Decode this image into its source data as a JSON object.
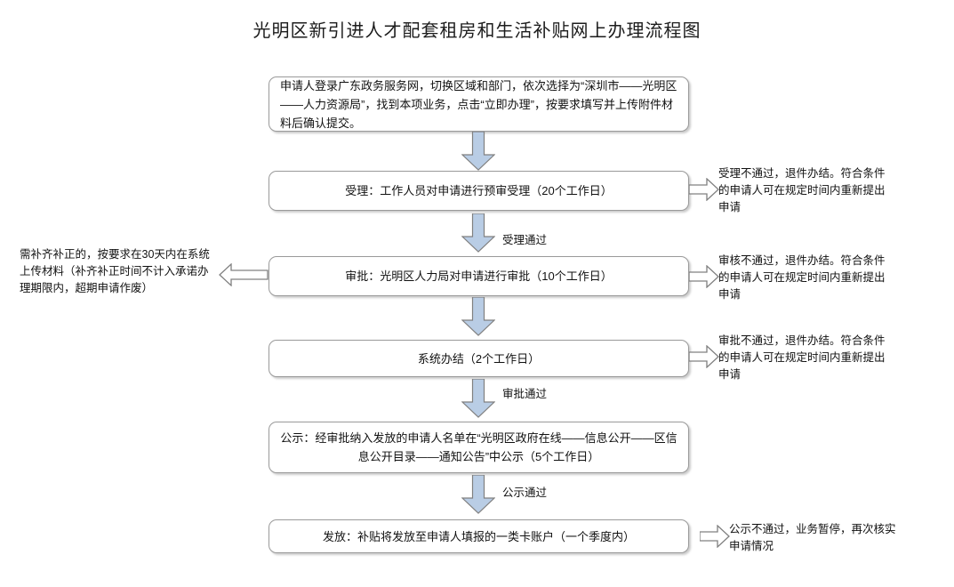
{
  "title": "光明区新引进人才配套租房和生活补贴网上办理流程图",
  "nodes": [
    {
      "id": "apply",
      "name": "node-application",
      "text": "申请人登录广东政务服务网，切换区域和部门，依次选择为“深圳市——光明区——人力资源局”，找到本项业务，点击“立即办理”，按要求填写并上传附件材料后确认提交。"
    },
    {
      "id": "accept",
      "name": "node-acceptance",
      "text": "受理：工作人员对申请进行预审受理（20个工作日）"
    },
    {
      "id": "review",
      "name": "node-approval",
      "text": "审批：光明区人力局对申请进行审批（10个工作日）"
    },
    {
      "id": "settle",
      "name": "node-system-settlement",
      "text": "系统办结（2个工作日）"
    },
    {
      "id": "publicize",
      "name": "node-publicity",
      "text": "公示：经审批纳入发放的申请人名单在“光明区政府在线——信息公开——区信息公开目录——通知公告”中公示（5个工作日）"
    },
    {
      "id": "grant",
      "name": "node-disbursement",
      "text": "发放：补贴将发放至申请人填报的一类卡账户（一个季度内）"
    }
  ],
  "connector_labels": [
    {
      "id": "accept-pass",
      "text": "受理通过"
    },
    {
      "id": "review-pass",
      "text": "审批通过"
    },
    {
      "id": "publicity-pass",
      "text": "公示通过"
    }
  ],
  "notes": [
    {
      "id": "note-accept-reject",
      "text": "受理不通过，退件办结。符合条件的申请人可在规定时间内重新提出申请"
    },
    {
      "id": "note-supplement",
      "text": "需补齐补正的，按要求在30天内在系统上传材料（补齐补正时间不计入承诺办理期限内，超期申请作废）"
    },
    {
      "id": "note-review-reject",
      "text": "审核不通过，退件办结。符合条件的申请人可在规定时间内重新提出申请"
    },
    {
      "id": "note-approval-reject",
      "text": "审批不通过，退件办结。符合条件的申请人可在规定时间内重新提出申请"
    },
    {
      "id": "note-publicity-reject",
      "text": "公示不通过，业务暂停，再次核实申请情况"
    }
  ],
  "colors": {
    "down_arrow_fill": "#b9cde5",
    "down_arrow_stroke": "#808080",
    "side_arrow_fill": "#ffffff",
    "side_arrow_stroke": "#808080",
    "box_border": "#9a9a9a",
    "text": "#111111",
    "background": "#ffffff"
  },
  "icons": {
    "down_arrow": "arrow-down-icon",
    "right_arrow": "arrow-right-icon",
    "left_arrow": "arrow-left-icon"
  }
}
